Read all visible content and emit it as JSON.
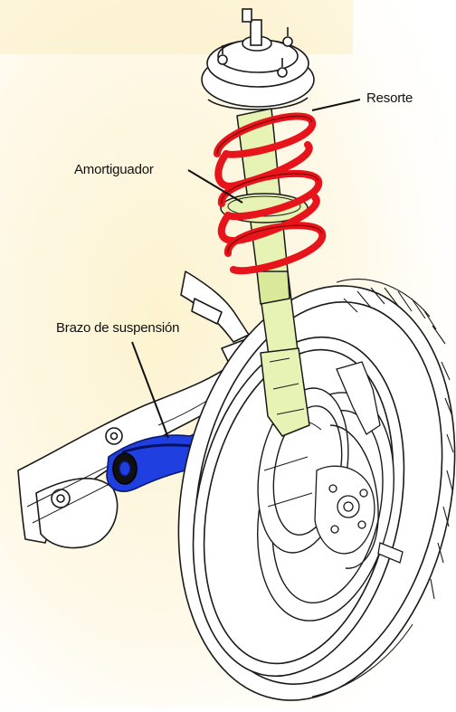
{
  "labels": {
    "spring": "Resorte",
    "shock_absorber": "Amortiguador",
    "control_arm": "Brazo de suspensión"
  },
  "colors": {
    "background_glow": "#fbe9a8",
    "spring": "#e8141b",
    "shock_body": "#e6f3b5",
    "control_arm": "#1f3fe0",
    "line_art": "#1a1a1a",
    "part_fill": "#ffffff"
  }
}
